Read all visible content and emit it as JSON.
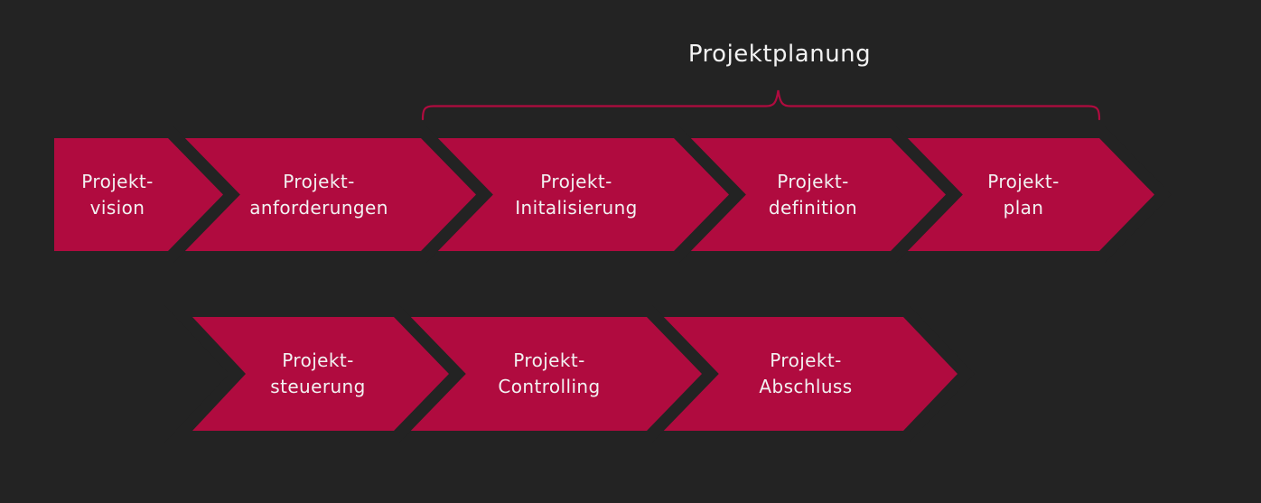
{
  "title": "Projektplanung",
  "colors": {
    "background": "#232323",
    "arrow_fill": "#b00b3f",
    "brace": "#b00b3f",
    "text": "#f2f2f2"
  },
  "rows": [
    {
      "name": "planning-row",
      "steps": [
        {
          "line1": "Projekt-",
          "line2": "vision"
        },
        {
          "line1": "Projekt-",
          "line2": "anforderungen"
        },
        {
          "line1": "Projekt-",
          "line2": "Initalisierung"
        },
        {
          "line1": "Projekt-",
          "line2": "definition"
        },
        {
          "line1": "Projekt-",
          "line2": "plan"
        }
      ]
    },
    {
      "name": "execution-row",
      "steps": [
        {
          "line1": "Projekt-",
          "line2": "steuerung"
        },
        {
          "line1": "Projekt-",
          "line2": "Controlling"
        },
        {
          "line1": "Projekt-",
          "line2": "Abschluss"
        }
      ]
    }
  ],
  "brace_group": {
    "label": "Projektplanung",
    "covers": [
      "Projekt-Initalisierung",
      "Projekt-definition",
      "Projekt-plan"
    ]
  }
}
